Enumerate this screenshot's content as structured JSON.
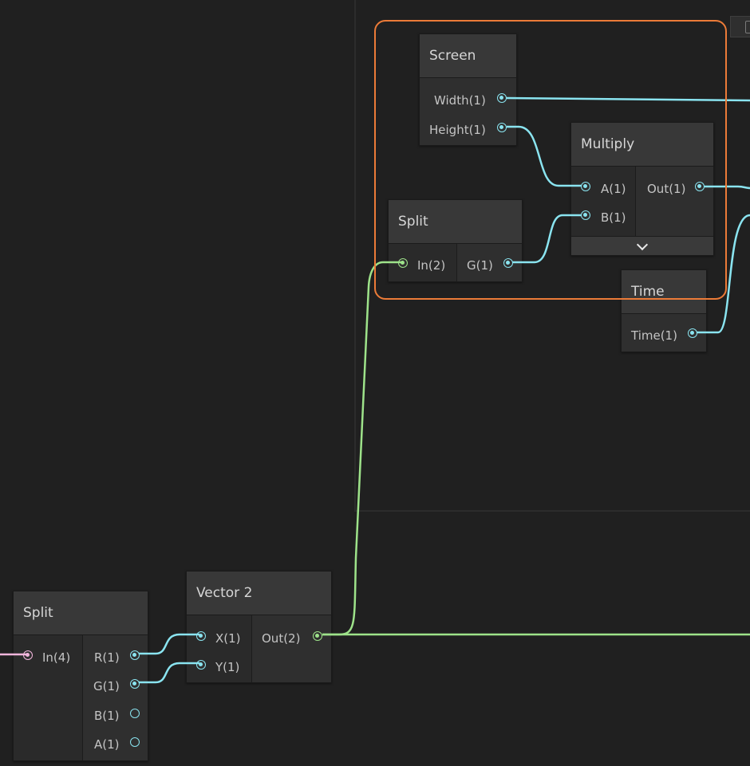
{
  "colors": {
    "background": "#202020",
    "float_wire": "#8ae4f0",
    "vector2_wire": "#9ee38a",
    "vector4_wire": "#f2b5dc",
    "selection": "#ec7b38"
  },
  "nodes": {
    "screen": {
      "title": "Screen",
      "outputs": [
        "Width(1)",
        "Height(1)"
      ]
    },
    "multiply": {
      "title": "Multiply",
      "inputs": [
        "A(1)",
        "B(1)"
      ],
      "outputs": [
        "Out(1)"
      ],
      "expand_icon": "chevron-down-icon"
    },
    "split_top": {
      "title": "Split",
      "inputs": [
        "In(2)"
      ],
      "outputs": [
        "G(1)"
      ]
    },
    "time": {
      "title": "Time",
      "outputs": [
        "Time(1)"
      ]
    },
    "vector2": {
      "title": "Vector 2",
      "inputs": [
        "X(1)",
        "Y(1)"
      ],
      "outputs": [
        "Out(2)"
      ]
    },
    "split_bottom": {
      "title": "Split",
      "inputs": [
        "In(4)"
      ],
      "outputs": [
        "R(1)",
        "G(1)",
        "B(1)",
        "A(1)"
      ]
    }
  }
}
